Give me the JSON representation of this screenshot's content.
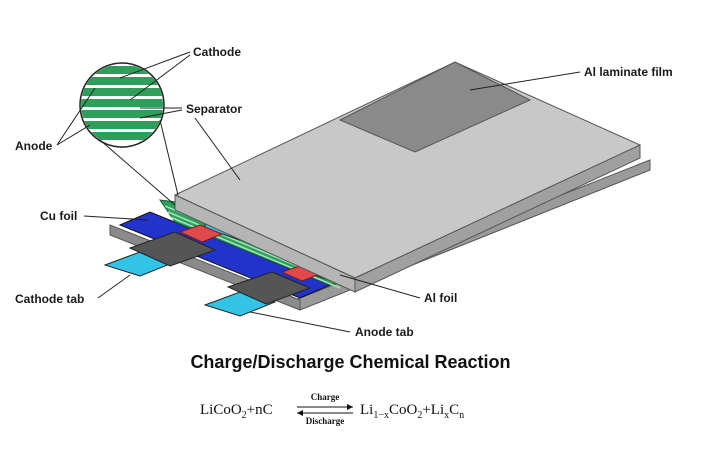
{
  "labels": {
    "cathode": "Cathode",
    "anode": "Anode",
    "separator": "Separator",
    "cu_foil": "Cu foil",
    "cathode_tab": "Cathode tab",
    "al_laminate_film": "Al laminate film",
    "al_foil": "Al foil",
    "anode_tab": "Anode tab"
  },
  "heading": "Charge/Discharge Chemical Reaction",
  "equation": {
    "left_a": "LiCoO",
    "left_sub": "2",
    "left_b": "+nC",
    "charge": "Charge",
    "discharge": "Discharge",
    "r1": "Li",
    "r1_sub": "1−x",
    "r2": "CoO",
    "r2_sub": "2",
    "r3": "+Li",
    "r3_sub": "x",
    "r4": "C",
    "r4_sub": "n"
  },
  "colors": {
    "film": "#c8c8c8",
    "film_top": "#bdbdbd",
    "laminate": "#8a8a8a",
    "green_layer": "#2e9e5a",
    "blue_foil": "#2233cc",
    "cyan_tab": "#33c3e6",
    "red_patch": "#e04a4a"
  }
}
